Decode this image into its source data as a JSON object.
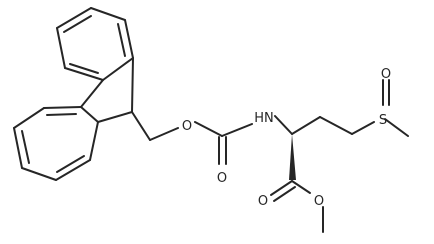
{
  "molecule": {
    "labels": {
      "amide_n": "HN",
      "carbamate_ether_o": "O",
      "carbamate_carbonyl_o": "O",
      "sulfur": "S",
      "sulfoxide_o": "O",
      "ester_carbonyl_o": "O",
      "ester_ether_o": "O"
    },
    "colors": {
      "ink": "#262626",
      "background": "#ffffff"
    }
  }
}
